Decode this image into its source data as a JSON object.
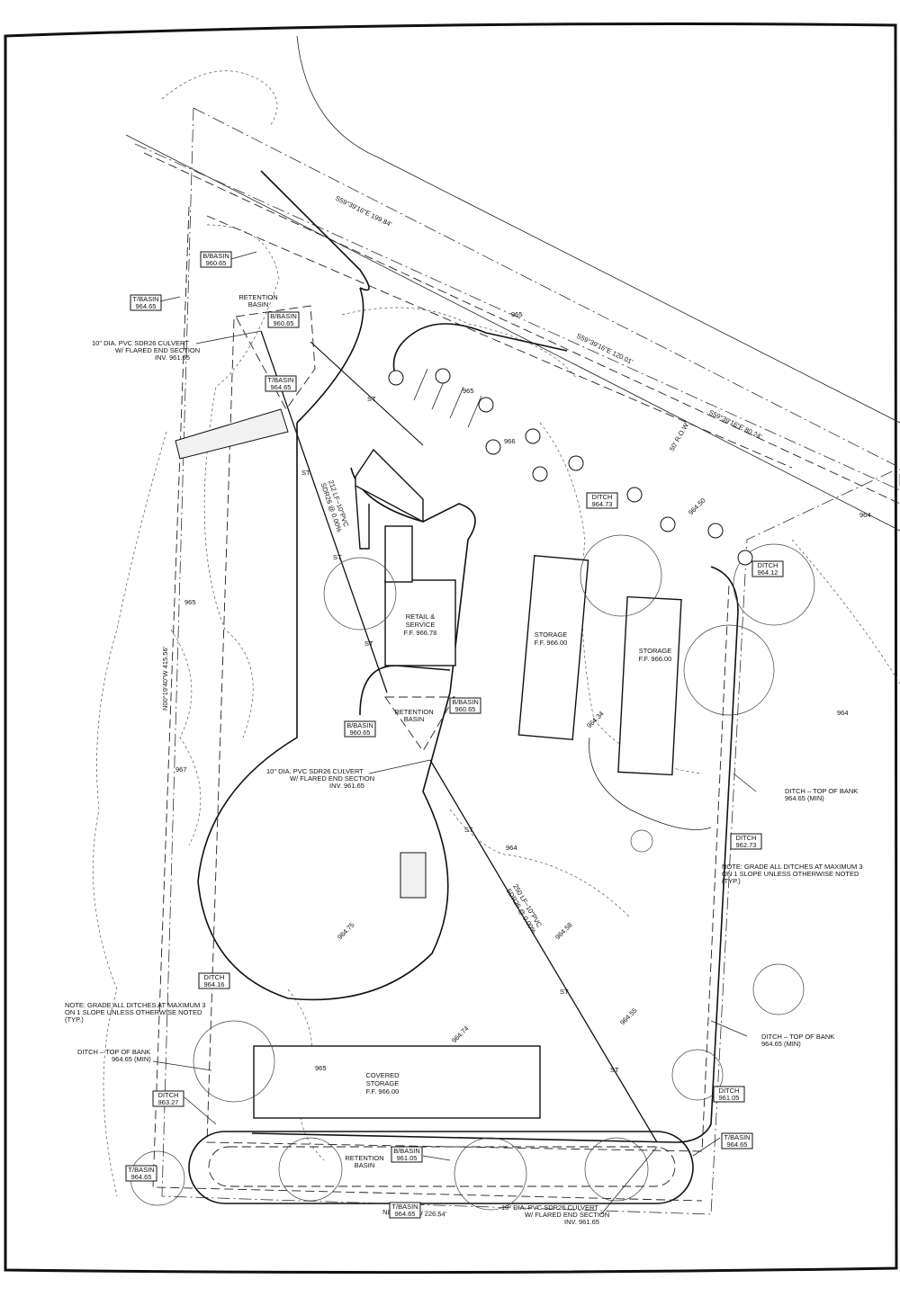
{
  "buildings": {
    "retail": {
      "line1": "RETAIL &",
      "line2": "SERVICE",
      "ff": "F.F. 966.78"
    },
    "storage_1": {
      "name": "STORAGE",
      "ff": "F.F. 966.00"
    },
    "storage_2": {
      "name": "STORAGE",
      "ff": "F.F. 966.00"
    },
    "covered": {
      "line1": "COVERED",
      "line2": "STORAGE",
      "ff": "F.F. 966.00"
    }
  },
  "basins": {
    "retention_basin_label_1": "RETENTION",
    "retention_basin_label_2": "BASIN"
  },
  "tags": {
    "b_basin": "B/BASIN",
    "t_basin": "T/BASIN",
    "ditch": "DITCH",
    "v96065": "960.65",
    "v96465": "964.65",
    "v96105": "961.05",
    "v96473": "964.73",
    "v96412": "964.12",
    "v96273": "962.73",
    "v96416": "964.16",
    "v96327": "963.27",
    "v96105b": "961.05"
  },
  "notes": {
    "culvert_1": "10\" DIA. PVC SDR26 CULVERT",
    "culvert_2": "W/ FLARED END SECTION",
    "culvert_3": "INV. 961.65",
    "ditch_top_1": "DITCH – TOP OF BANK",
    "ditch_top_2": "964.65 (MIN)",
    "grade_1": "NOTE: GRADE ALL DITCHES AT MAXIMUM 3",
    "grade_2": "ON 1 SLOPE UNLESS OTHERWISE NOTED",
    "grade_3": "(TYP.)"
  },
  "pipes": {
    "pipe_1a": "212 LF~10\"PVC",
    "pipe_1b": "SDR26 @ 0.00%",
    "pipe_2a": "250 LF~10\"PVC",
    "pipe_2b": "SDR26 @ 0.00%",
    "st": "ST"
  },
  "bearings": {
    "b1": "S59°39'16\"E 199.84'",
    "b2": "S59°39'16\"E 120.01'",
    "b3": "S59°39'16\"E 80.24'",
    "b4": "N00°19'40\"W 415.56'",
    "b5": "N89°03'46\"W 226.54'",
    "row": "50' R.O.W."
  },
  "contours": {
    "c965": "965",
    "c964": "964",
    "c966": "966",
    "c967": "967"
  },
  "spots": {
    "s1": "964.75",
    "s2": "964.58",
    "s3": "964.74",
    "s4": "964.55",
    "s5": "964.34",
    "s6": "964.50"
  }
}
